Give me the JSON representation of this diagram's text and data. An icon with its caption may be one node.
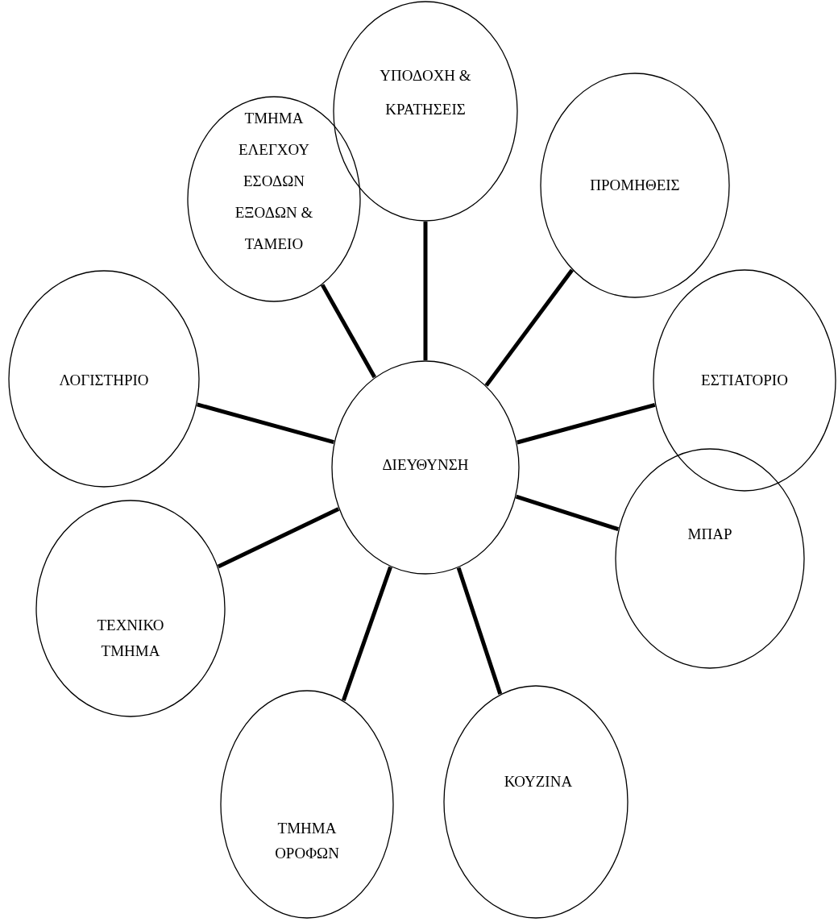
{
  "diagram": {
    "nodes": [
      {
        "text": [
          "ΔΙΕΥΘΥΝΣΗ"
        ]
      },
      {
        "text": [
          "ΥΠΟΔΟΧΗ & ΚΡΑΤΗΣΕΙΣ"
        ]
      },
      {
        "text": [
          "ΠΡΟΜΗΘΕΙΣ"
        ]
      },
      {
        "text": [
          "ΕΣΤΙΑΤΟΡΙΟ"
        ]
      },
      {
        "text": [
          "ΜΠΑΡ"
        ]
      },
      {
        "text": [
          "ΚΟΥΖΙΝΑ"
        ]
      },
      {
        "text": [
          "ΤΜΗΜΑ ΟΡΟΦΩΝ"
        ]
      },
      {
        "text": [
          "ΤΕΧΝΙΚΟ ΤΜΗΜΑ"
        ]
      },
      {
        "text": [
          "ΛΟΓΙΣΤΗΡΙΟ"
        ]
      },
      {
        "text": [
          "ΤΜΗΜΑ ΕΛΕΓΧΟΥ ΕΣΟΔΩΝ ΕΞΟΔΩΝ & ΤΑΜΕΙΟ"
        ]
      }
    ],
    "edges": [
      {
        "from": 0,
        "to": 1,
        "arrow": "none"
      },
      {
        "from": 0,
        "to": 2,
        "arrow": "none"
      },
      {
        "from": 0,
        "to": 3,
        "arrow": "none"
      },
      {
        "from": 0,
        "to": 4,
        "arrow": "none"
      },
      {
        "from": 0,
        "to": 5,
        "arrow": "none"
      },
      {
        "from": 0,
        "to": 6,
        "arrow": "none"
      },
      {
        "from": 0,
        "to": 7,
        "arrow": "none"
      },
      {
        "from": 0,
        "to": 8,
        "arrow": "none"
      },
      {
        "from": 0,
        "to": 9,
        "arrow": "none"
      }
    ]
  }
}
